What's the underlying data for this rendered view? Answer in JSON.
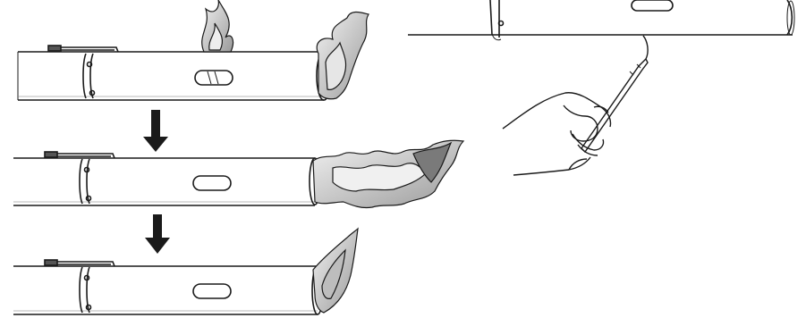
{
  "figure": {
    "panels": [
      {
        "name": "burner-yellow-flame",
        "flame": "yellow-lazy",
        "port_state": "open"
      },
      {
        "name": "burner-adjusting-flame",
        "flame": "lifting-ragged",
        "port_state": "partially-open"
      },
      {
        "name": "burner-correct-flame",
        "flame": "blue-cone",
        "port_state": "adjusted"
      }
    ],
    "arrows": [
      "down-arrow",
      "down-arrow"
    ],
    "detail": {
      "name": "orifice-cleaning-detail",
      "tool": "wire-brush",
      "hand": "right-hand"
    },
    "colors": {
      "stroke": "#1a1a1a",
      "flame_light": "#d8d8d8",
      "flame_dark": "#7a7a7a",
      "background": "#ffffff"
    }
  }
}
